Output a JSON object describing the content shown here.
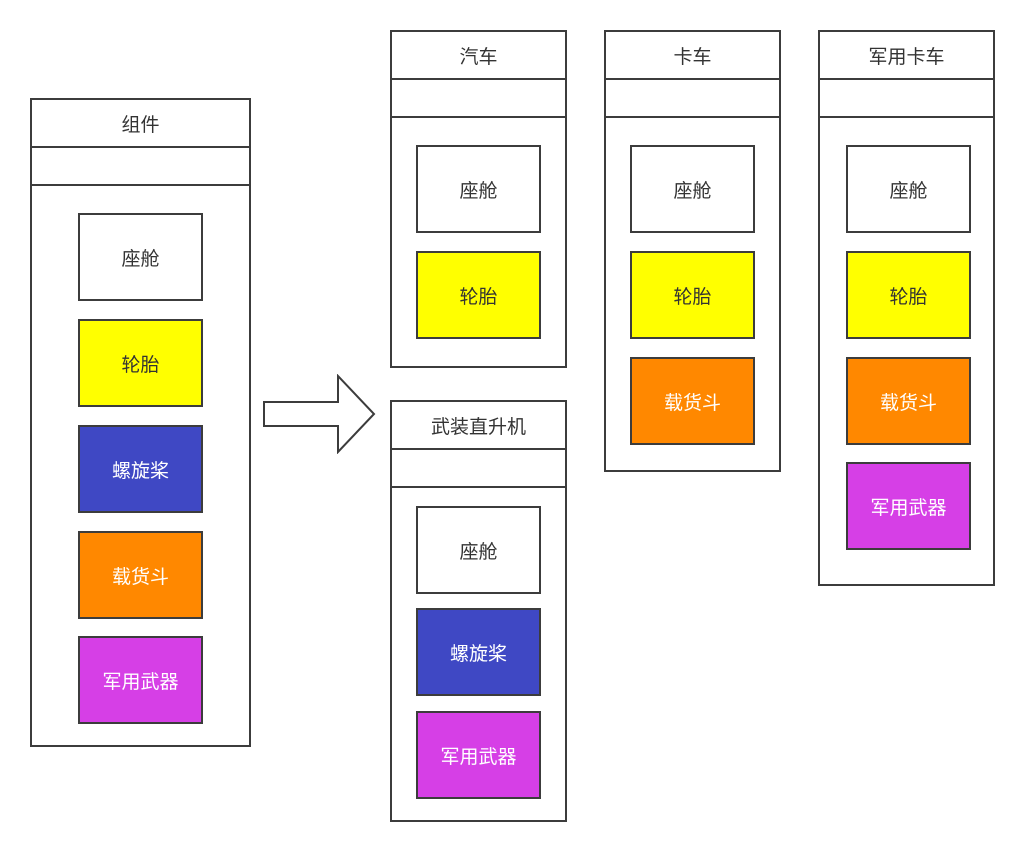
{
  "colors": {
    "border": "#3c3c3c",
    "white_block": "#ffffff",
    "yellow_block": "#ffff00",
    "blue_block": "#3f48c4",
    "orange_block": "#ff8800",
    "purple_block": "#d63fe6"
  },
  "components": {
    "title": "组件",
    "items": [
      "座舱",
      "轮胎",
      "螺旋桨",
      "载货斗",
      "军用武器"
    ]
  },
  "car": {
    "title": "汽车",
    "items": [
      "座舱",
      "轮胎"
    ]
  },
  "helicopter": {
    "title": "武装直升机",
    "items": [
      "座舱",
      "螺旋桨",
      "军用武器"
    ]
  },
  "truck": {
    "title": "卡车",
    "items": [
      "座舱",
      "轮胎",
      "载货斗"
    ]
  },
  "military_truck": {
    "title": "军用卡车",
    "items": [
      "座舱",
      "轮胎",
      "载货斗",
      "军用武器"
    ]
  },
  "arrow_icon": "right-arrow-icon"
}
